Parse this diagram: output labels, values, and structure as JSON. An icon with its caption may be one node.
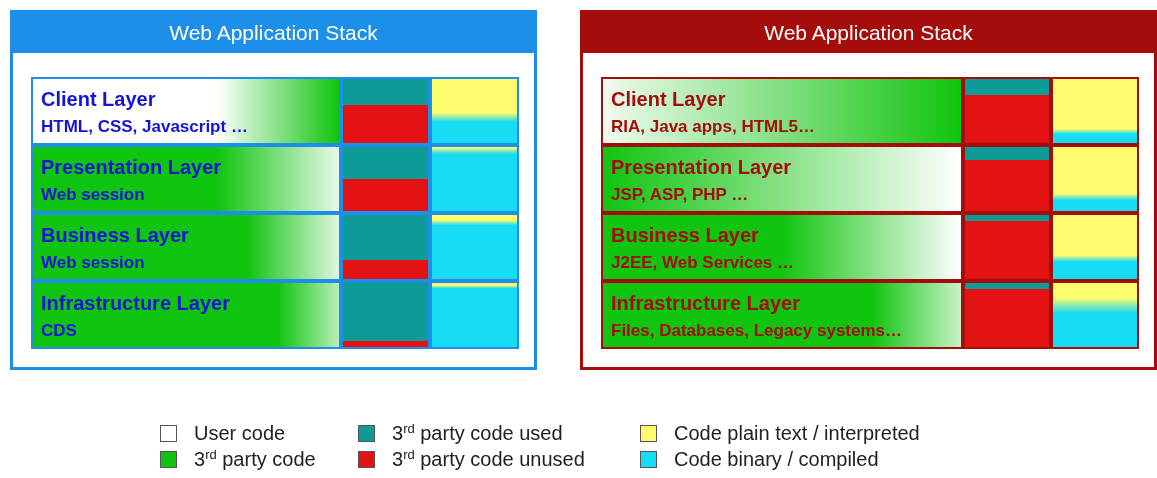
{
  "diagram": {
    "nodes": [
      {
        "text": [
          "Web Application Stack"
        ]
      },
      {
        "text": [
          "Client Layer",
          "HTML, CSS, Javascript …"
        ],
        "in": 0
      },
      {
        "text": [],
        "shape": "bar",
        "in": 0
      },
      {
        "text": [],
        "shape": "bar",
        "in": 0
      },
      {
        "text": [
          "Presentation Layer",
          "Web session"
        ],
        "in": 0
      },
      {
        "text": [],
        "shape": "bar",
        "in": 0
      },
      {
        "text": [],
        "shape": "bar",
        "in": 0
      },
      {
        "text": [
          "Business Layer",
          "Web session"
        ],
        "in": 0
      },
      {
        "text": [],
        "shape": "bar",
        "in": 0
      },
      {
        "text": [],
        "shape": "bar",
        "in": 0
      },
      {
        "text": [
          "Infrastructure Layer",
          "CDS"
        ],
        "in": 0
      },
      {
        "text": [],
        "shape": "bar",
        "in": 0
      },
      {
        "text": [],
        "shape": "bar",
        "in": 0
      },
      {
        "text": [
          "Web Application Stack"
        ]
      },
      {
        "text": [
          "Client Layer",
          "RIA, Java apps, HTML5…"
        ],
        "in": 13
      },
      {
        "text": [],
        "shape": "bar",
        "in": 13
      },
      {
        "text": [],
        "shape": "bar",
        "in": 13
      },
      {
        "text": [
          "Presentation Layer",
          "JSP, ASP, PHP …"
        ],
        "in": 13
      },
      {
        "text": [],
        "shape": "bar",
        "in": 13
      },
      {
        "text": [],
        "shape": "bar",
        "in": 13
      },
      {
        "text": [
          "Business Layer",
          "J2EE, Web Services …"
        ],
        "in": 13
      },
      {
        "text": [],
        "shape": "bar",
        "in": 13
      },
      {
        "text": [],
        "shape": "bar",
        "in": 13
      },
      {
        "text": [
          "Infrastructure Layer",
          "Files, Databases, Legacy systems…"
        ],
        "in": 13
      },
      {
        "text": [],
        "shape": "bar",
        "in": 13
      },
      {
        "text": [],
        "shape": "bar",
        "in": 13
      }
    ],
    "legend": [
      {
        "text": "User code",
        "color": "#ffffff"
      },
      {
        "text": "3$^{rd}$ party code used",
        "color": "#0e9a96"
      },
      {
        "text": "Code plain text / interpreted",
        "color": "#fdfb6e"
      },
      {
        "text": "3$^{rd}$ party code",
        "color": "#10c40f"
      },
      {
        "text": "3$^{rd}$ party code unused",
        "color": "#e41313"
      },
      {
        "text": "Code binary / compiled",
        "color": "#18dcf3"
      }
    ]
  }
}
